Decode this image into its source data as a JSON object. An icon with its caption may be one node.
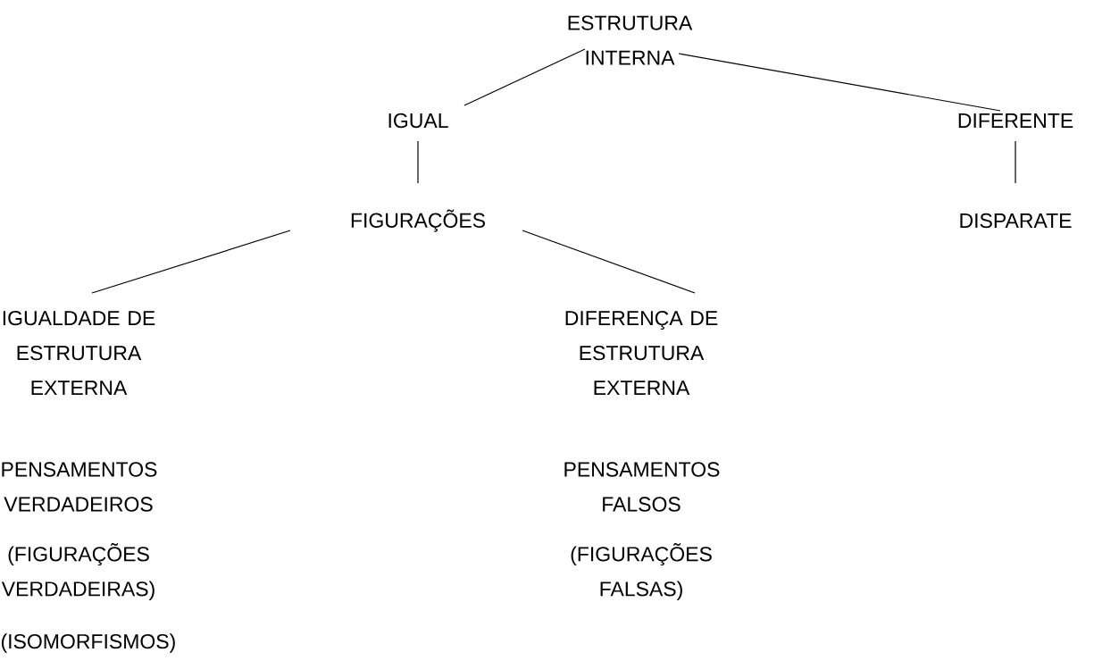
{
  "diagram": {
    "nodes": [
      {
        "text": [
          "ESTRUTURA INTERNA"
        ]
      },
      {
        "text": [
          "IGUAL"
        ]
      },
      {
        "text": [
          "DIFERENTE"
        ]
      },
      {
        "text": [
          "FIGURAÇÕES"
        ]
      },
      {
        "text": [
          "DISPARATE"
        ]
      },
      {
        "text": [
          "IGUALDADE DE ESTRUTURA EXTERNA"
        ],
        "beside": [
          "PENSAMENTOS VERDADEIROS",
          "(FIGURAÇÕES VERDADEIRAS)",
          "(ISOMORFISMOS)"
        ]
      },
      {
        "text": [
          "DIFERENÇA DE ESTRUTURA EXTERNA"
        ],
        "beside": [
          "PENSAMENTOS FALSOS",
          "(FIGURAÇÕES FALSAS)"
        ]
      }
    ],
    "edges": [
      {
        "from": 0,
        "to": 1,
        "arrow": "none"
      },
      {
        "from": 0,
        "to": 2,
        "arrow": "none"
      },
      {
        "from": 1,
        "to": 3,
        "arrow": "none"
      },
      {
        "from": 2,
        "to": 4,
        "arrow": "none"
      },
      {
        "from": 3,
        "to": 5,
        "arrow": "none"
      },
      {
        "from": 3,
        "to": 6,
        "arrow": "none"
      }
    ]
  }
}
